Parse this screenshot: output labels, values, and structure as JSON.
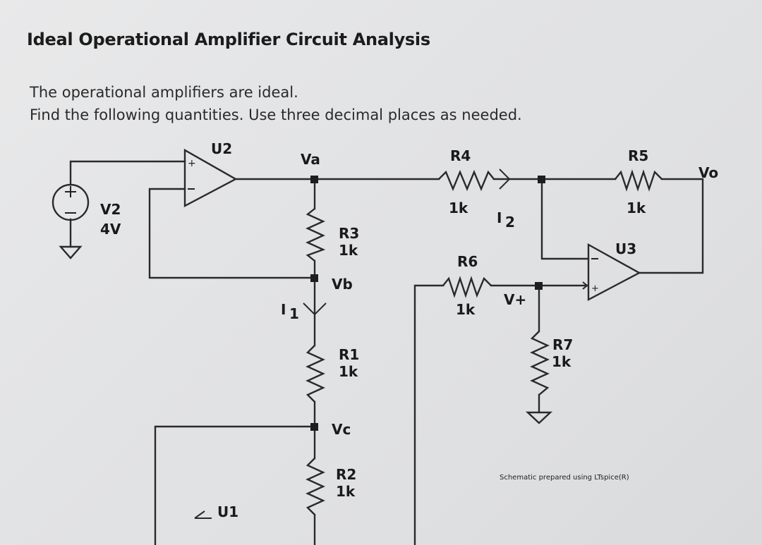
{
  "title": "Ideal Operational Amplifier Circuit Analysis",
  "intro": [
    "The operational amplifiers are ideal.",
    "Find the following quantities. Use three decimal places as needed."
  ],
  "schematic": {
    "opamps": {
      "u2": "U2",
      "u3": "U3",
      "u1": "U1"
    },
    "source": {
      "name": "V2",
      "value": "4V"
    },
    "resistors": {
      "r4": {
        "name": "R4",
        "value": "1k"
      },
      "r5": {
        "name": "R5",
        "value": "1k"
      },
      "r3": {
        "name": "R3",
        "value": "1k"
      },
      "r6": {
        "name": "R6",
        "value": "1k"
      },
      "r1": {
        "name": "R1",
        "value": "1k"
      },
      "r7": {
        "name": "R7",
        "value": "1k"
      },
      "r2": {
        "name": "R2",
        "value": "1k"
      }
    },
    "nodes": {
      "va": "Va",
      "vb": "Vb",
      "vc": "Vc",
      "vplus": "V+",
      "vo": "Vo"
    },
    "currents": {
      "i1": "I",
      "i1_sub": "1",
      "i2": "I",
      "i2_sub": "2"
    },
    "footer": "Schematic prepared using LTspice(R)"
  }
}
